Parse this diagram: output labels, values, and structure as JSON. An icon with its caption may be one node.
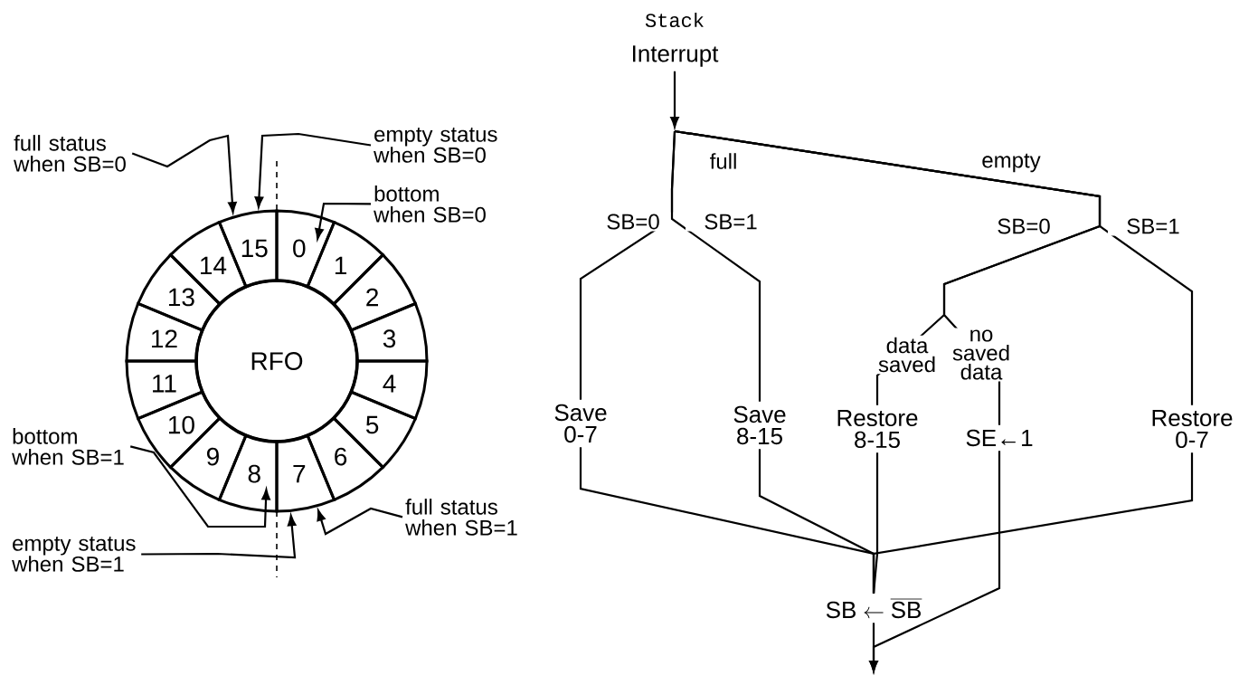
{
  "diagram": {
    "title": "Stack",
    "nodes": [
      {
        "text": [
          "full status when SB=0"
        ]
      },
      {
        "text": [
          "empty status when SB=0"
        ]
      },
      {
        "text": [
          "bottom when SB=0"
        ]
      },
      {
        "text": [
          "0"
        ]
      },
      {
        "text": [
          "1"
        ]
      },
      {
        "text": [
          "2"
        ]
      },
      {
        "text": [
          "3"
        ]
      },
      {
        "text": [
          "4"
        ]
      },
      {
        "text": [
          "5"
        ]
      },
      {
        "text": [
          "6"
        ]
      },
      {
        "text": [
          "7"
        ]
      },
      {
        "text": [
          "8"
        ]
      },
      {
        "text": [
          "9"
        ]
      },
      {
        "text": [
          "10"
        ]
      },
      {
        "text": [
          "11"
        ]
      },
      {
        "text": [
          "12"
        ]
      },
      {
        "text": [
          "13"
        ]
      },
      {
        "text": [
          "14"
        ]
      },
      {
        "text": [
          "15"
        ]
      },
      {
        "text": [
          "RFO"
        ]
      },
      {
        "text": [
          "bottom when SB=1"
        ]
      },
      {
        "text": [
          "empty status when SB=1"
        ]
      },
      {
        "text": [
          "full status when SB=1"
        ]
      },
      {
        "text": [
          "Interrupt"
        ]
      },
      {
        "text": [
          "Save 0-7"
        ]
      },
      {
        "text": [
          "Save 8-15"
        ]
      },
      {
        "text": [
          "Restore 8-15"
        ]
      },
      {
        "text": [
          "SE←1"
        ]
      },
      {
        "text": [
          "Restore 0-7"
        ]
      },
      {
        "text": [
          "\\mathrm{SB}\\leftarrow\\overline{\\mathrm{SB}}"
        ]
      }
    ],
    "edges": [
      {
        "from": 0,
        "to": 18,
        "arrow": "to"
      },
      {
        "from": 1,
        "to": 18,
        "arrow": "to"
      },
      {
        "from": 2,
        "to": 3,
        "arrow": "to"
      },
      {
        "from": 20,
        "to": 11,
        "arrow": "to"
      },
      {
        "from": 21,
        "to": 10,
        "arrow": "to"
      },
      {
        "from": 22,
        "to": 10,
        "arrow": "to"
      },
      {
        "from": 23,
        "to": null,
        "arrow": "to"
      },
      {
        "from": null,
        "to": 24,
        "arrow": "none",
        "label": "SB=0"
      },
      {
        "from": null,
        "to": 25,
        "arrow": "none",
        "label": "SB=1"
      },
      {
        "from": null,
        "to": 26,
        "arrow": "none",
        "label": "data saved"
      },
      {
        "from": null,
        "to": 27,
        "arrow": "none",
        "label": "no saved data"
      },
      {
        "from": null,
        "to": 28,
        "arrow": "none",
        "label": "SB=1"
      },
      {
        "from": 24,
        "to": 29,
        "arrow": "none"
      },
      {
        "from": 25,
        "to": 29,
        "arrow": "none"
      },
      {
        "from": 26,
        "to": 29,
        "arrow": "none"
      },
      {
        "from": 28,
        "to": 29,
        "arrow": "none"
      },
      {
        "from": 29,
        "to": null,
        "arrow": "to"
      },
      {
        "from": 27,
        "to": null,
        "arrow": "to"
      }
    ],
    "labels": [
      "full",
      "empty",
      "SB=0"
    ]
  }
}
